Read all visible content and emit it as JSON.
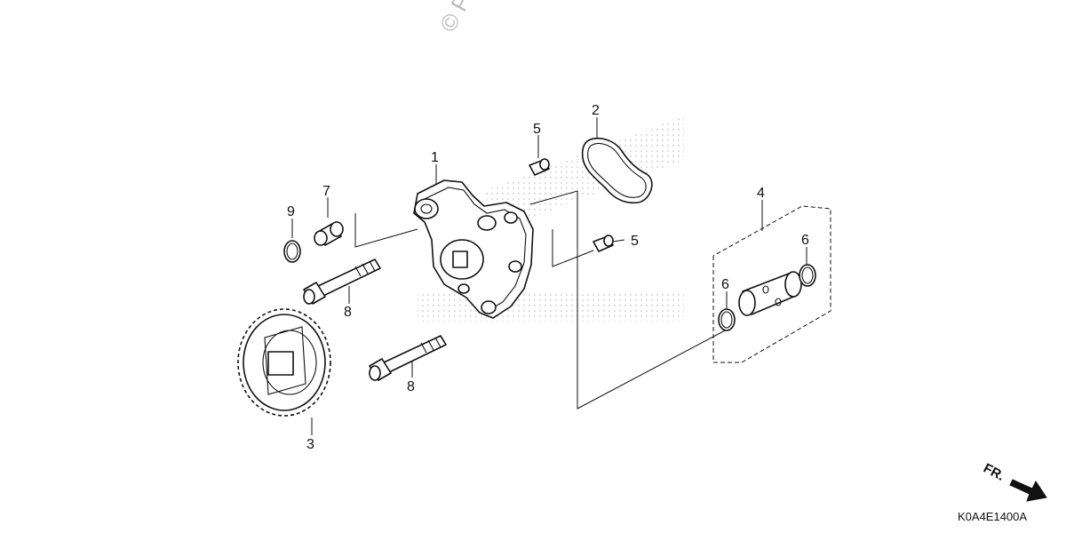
{
  "watermark": "© Par",
  "diagram_code": "K0A4E1400A",
  "front_indicator": "FR.",
  "callouts": [
    {
      "id": "1",
      "text": "1"
    },
    {
      "id": "2",
      "text": "2"
    },
    {
      "id": "3",
      "text": "3"
    },
    {
      "id": "4",
      "text": "4"
    },
    {
      "id": "5a",
      "text": "5"
    },
    {
      "id": "5b",
      "text": "5"
    },
    {
      "id": "6a",
      "text": "6"
    },
    {
      "id": "6b",
      "text": "6"
    },
    {
      "id": "7",
      "text": "7"
    },
    {
      "id": "8a",
      "text": "8"
    },
    {
      "id": "8b",
      "text": "8"
    },
    {
      "id": "9",
      "text": "9"
    }
  ],
  "colors": {
    "ink": "#111111",
    "watermark": "#bdbdbd",
    "background": "#ffffff"
  }
}
